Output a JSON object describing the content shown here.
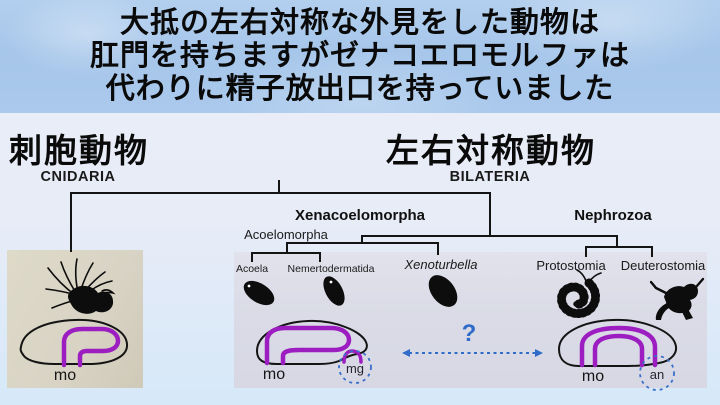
{
  "header": {
    "lines": [
      "大抵の左右対称な外見をした動物は",
      "肛門を持ちますがゼナコエロモルファは",
      "代わりに精子放出口を持っていました"
    ]
  },
  "clades": {
    "cnidaria_jp": "刺胞動物",
    "cnidaria_latin": "CNIDARIA",
    "bilateria_jp": "左右対称動物",
    "bilateria_latin": "BILATERIA"
  },
  "tree": {
    "xenacoelomorpha": "Xenacoelomorpha",
    "acoelomorpha": "Acoelomorpha",
    "nephrozoa": "Nephrozoa",
    "acoela": "Acoela",
    "nemertodermatida": "Nemertodermatida",
    "xenoturbella": "Xenoturbella",
    "protostomia": "Protostomia",
    "deuterostomia": "Deuterostomia"
  },
  "body_labels": {
    "cnidarian_mouth": "mo",
    "xena_mouth": "mo",
    "xena_male_gonopore": "mg",
    "nephrozoan_mouth": "mo",
    "nephrozoan_anus": "an",
    "uncertainty_mark": "?"
  },
  "colors": {
    "gut_purple": "#9c1ec0",
    "annotation_blue": "#2f6bc8",
    "header_background_blue": "#a6c6ea",
    "cnidarian_panel_beige": "#d8d3c4",
    "bilaterian_panel_lavender": "#dadbe6",
    "tree_line_black": "#141414"
  }
}
